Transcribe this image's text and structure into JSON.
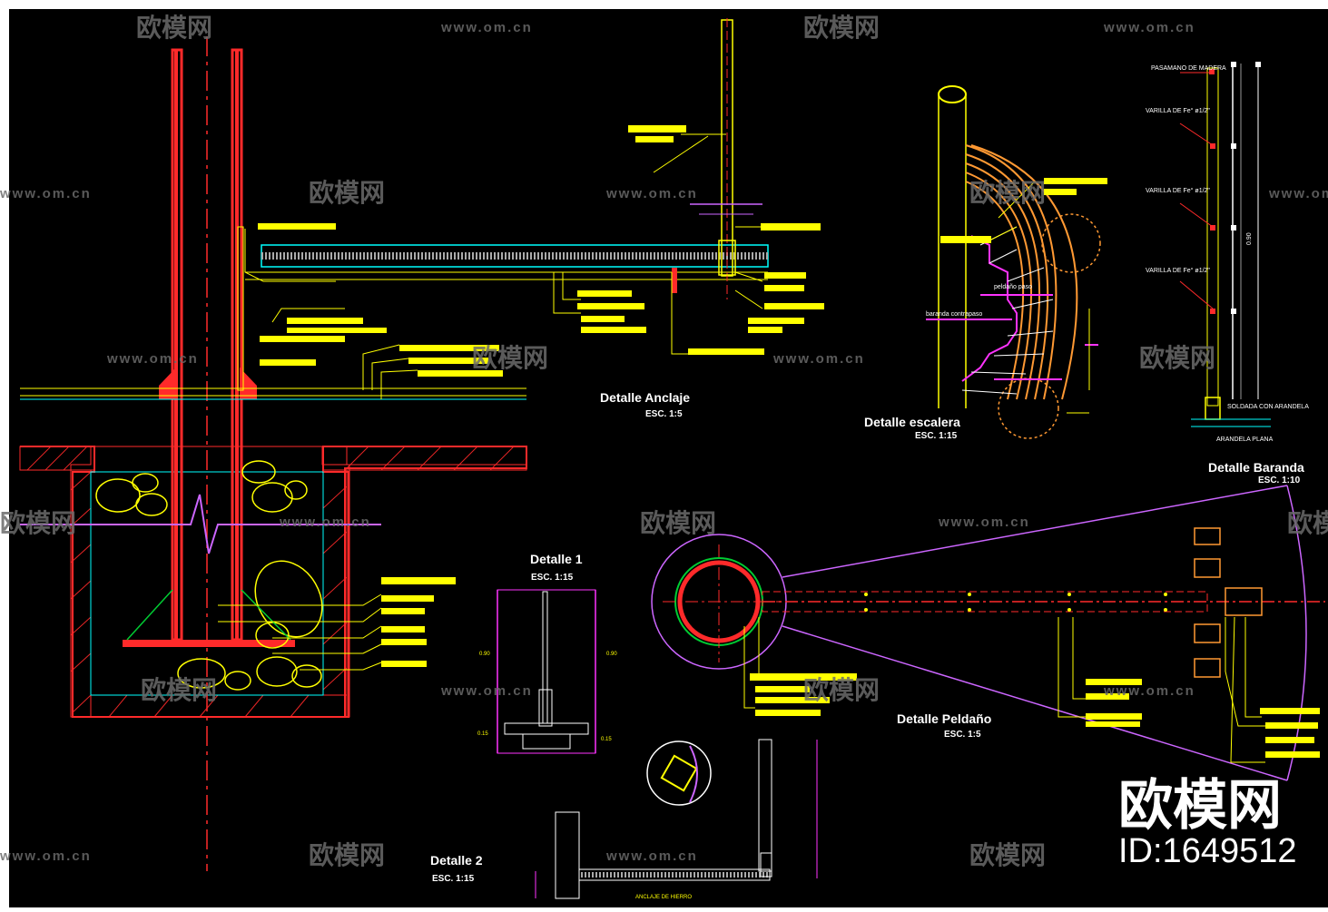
{
  "details": {
    "anclaje": {
      "title": "Detalle Anclaje",
      "scale": "ESC. 1:5"
    },
    "escalera": {
      "title": "Detalle escalera",
      "scale": "ESC. 1:15",
      "labels": [
        "peldaño paso",
        "baranda contrapaso"
      ]
    },
    "baranda": {
      "title": "Detalle Baranda",
      "scale": "ESC. 1:10",
      "labels": [
        "PASAMANO DE MADERA",
        "VARILLA DE Fe° ø1/2\"",
        "VARILLA DE Fe° ø1/2\"",
        "VARILLA DE Fe° ø1/2\"",
        "SOLDADA CON ARANDELA",
        "ARANDELA PLANA",
        "0.90"
      ]
    },
    "detalle1": {
      "title": "Detalle 1",
      "scale": "ESC. 1:15"
    },
    "peldano": {
      "title": "Detalle Peldaño",
      "scale": "ESC. 1:5"
    },
    "detalle2": {
      "title": "Detalle 2",
      "scale": "ESC. 1:15",
      "label": "ANCLAJE DE HIERRO"
    }
  },
  "watermark": {
    "url": "www.om.cn",
    "brand": "欧模网",
    "id": "ID:1649512"
  },
  "colors": {
    "background": "#000000",
    "red": "#ff2a2a",
    "yellow": "#ffff00",
    "magenta": "#ff33ff",
    "cyan": "#00ffff",
    "orange": "#ff9933",
    "green": "#00cc33"
  }
}
